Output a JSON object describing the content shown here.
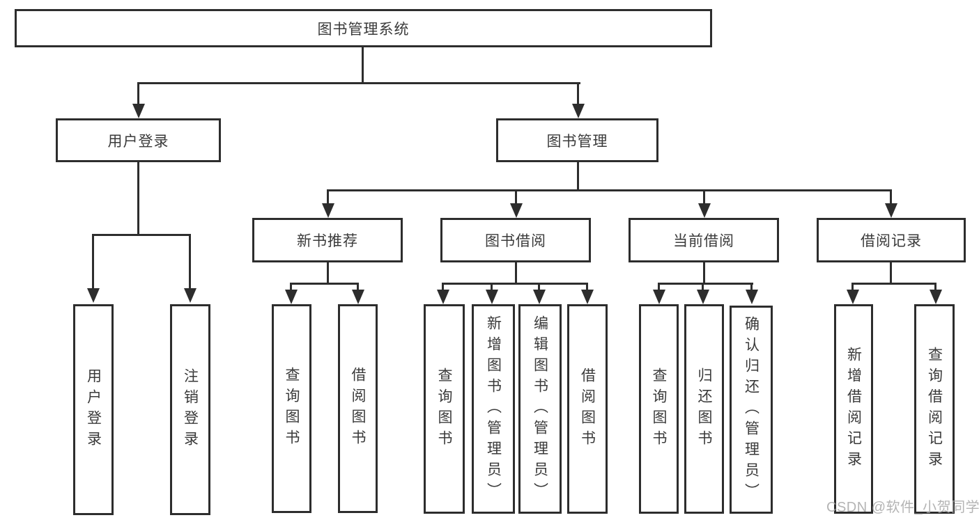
{
  "diagram": {
    "root": {
      "label": "图书管理系统",
      "children": [
        {
          "label": "用户登录",
          "children": [
            {
              "label": "用户登录"
            },
            {
              "label": "注销登录"
            }
          ]
        },
        {
          "label": "图书管理",
          "children": [
            {
              "label": "新书推荐",
              "children": [
                {
                  "label": "查询图书"
                },
                {
                  "label": "借阅图书"
                }
              ]
            },
            {
              "label": "图书借阅",
              "children": [
                {
                  "label": "查询图书"
                },
                {
                  "label": "新增图书（管理员）"
                },
                {
                  "label": "编辑图书（管理员）"
                },
                {
                  "label": "借阅图书"
                }
              ]
            },
            {
              "label": "当前借阅",
              "children": [
                {
                  "label": "查询图书"
                },
                {
                  "label": "归还图书"
                },
                {
                  "label": "确认归还（管理员）"
                }
              ]
            },
            {
              "label": "借阅记录",
              "children": [
                {
                  "label": "新增借阅记录"
                },
                {
                  "label": "查询借阅记录"
                }
              ]
            }
          ]
        }
      ]
    }
  },
  "watermark": "CSDN @软件_小贺同学",
  "colors": {
    "line": "#2d2d2d",
    "text": "#3a3a3a",
    "watermark": "#a8a8a8",
    "background": "#ffffff"
  }
}
